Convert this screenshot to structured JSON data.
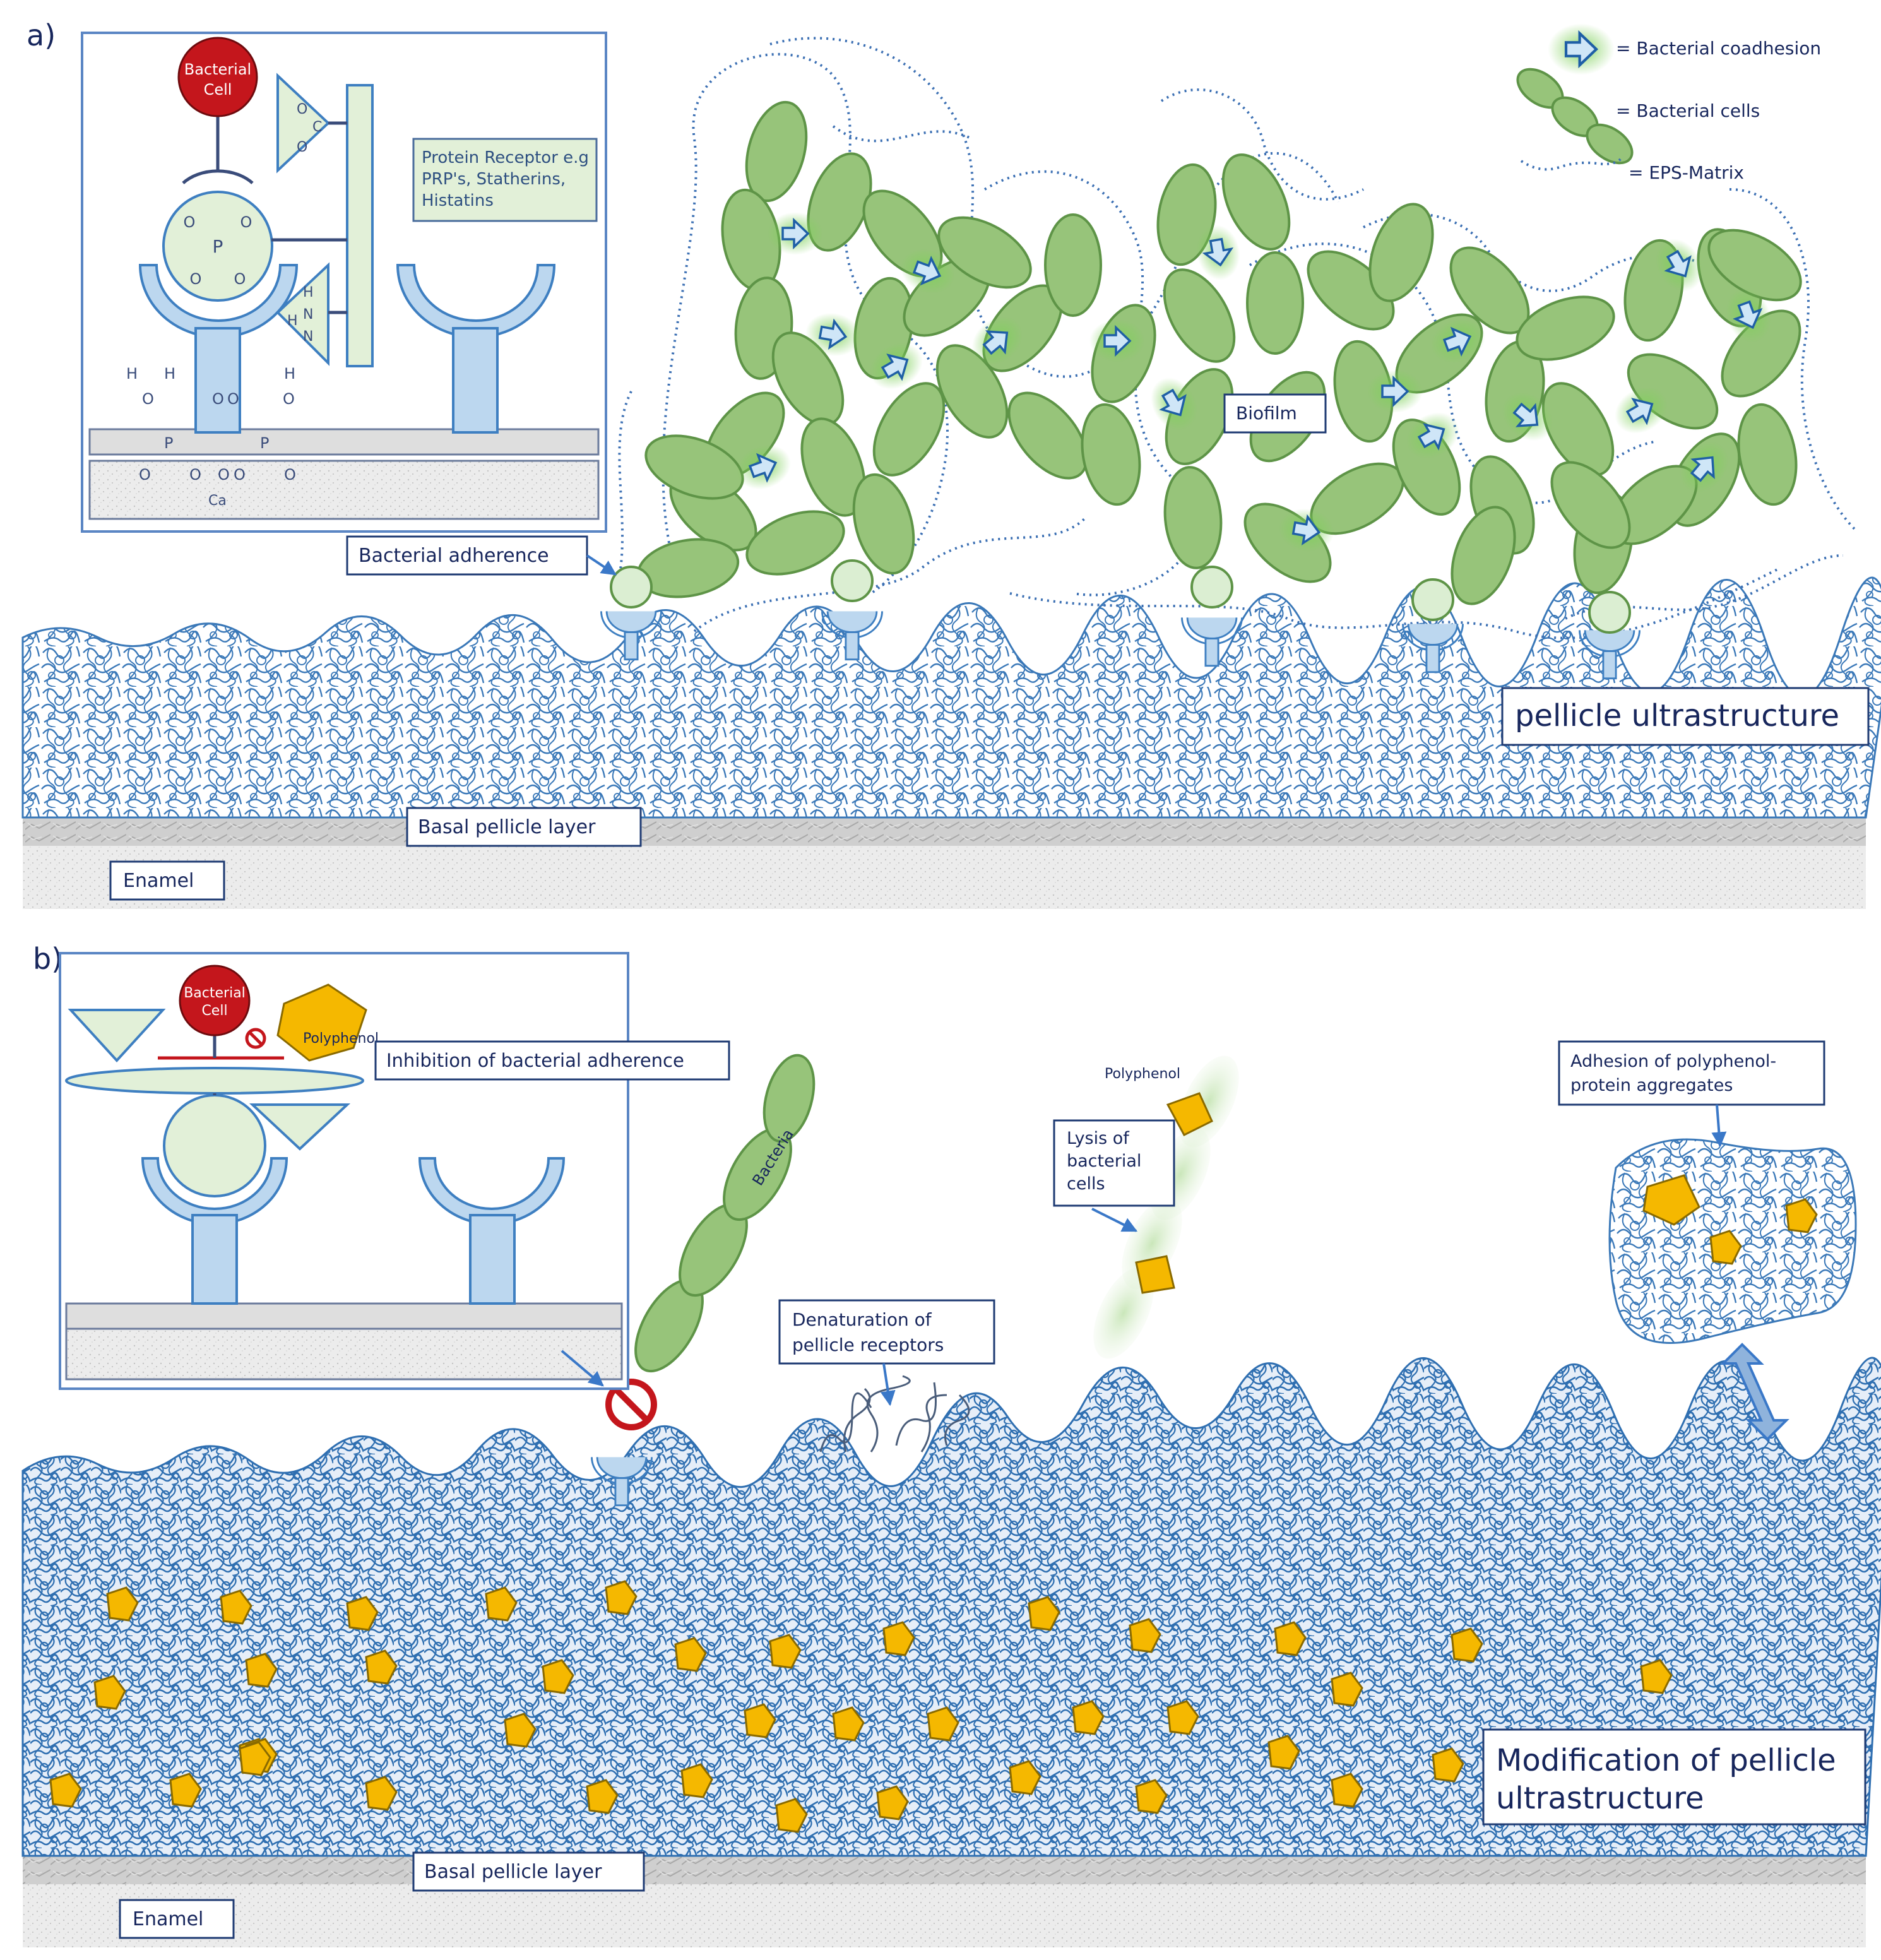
{
  "panel_a": {
    "letter": "a)",
    "inset": {
      "bacterial_cell_line1": "Bacterial",
      "bacterial_cell_line2": "Cell",
      "receptor_line1": "Protein Receptor e.g",
      "receptor_line2": "PRP's, Statherins,",
      "receptor_line3": "Histatins",
      "calcium": "Ca",
      "chem_p": "P",
      "chem_o": "O",
      "chem_h": "H",
      "chem_c": "C",
      "chem_n": "N"
    },
    "legend": {
      "coadhesion": "= Bacterial coadhesion",
      "cells": "= Bacterial cells",
      "eps": "= EPS-Matrix"
    },
    "labels": {
      "biofilm": "Biofilm",
      "bacterial_adherence": "Bacterial adherence",
      "pellicle_ultrastructure": "pellicle ultrastructure",
      "basal_layer": "Basal pellicle layer",
      "enamel": "Enamel"
    }
  },
  "panel_b": {
    "letter": "b)",
    "inset": {
      "bacterial_cell_line1": "Bacterial",
      "bacterial_cell_line2": "Cell",
      "polyphenol": "Polyphenol"
    },
    "labels": {
      "inhibition": "Inhibition of bacterial adherence",
      "bacteria": "Bacteria",
      "denaturation_line1": "Denaturation of",
      "denaturation_line2": "pellicle receptors",
      "polyphenol": "Polyphenol",
      "lysis_line1": "Lysis of",
      "lysis_line2": "bacterial",
      "lysis_line3": "cells",
      "adhesion_line1": "Adhesion of polyphenol-",
      "adhesion_line2": "protein aggregates",
      "modification_line1": "Modification of pellicle",
      "modification_line2": "ultrastructure",
      "basal_layer": "Basal pellicle layer",
      "enamel": "Enamel"
    }
  },
  "colors": {
    "bacteria_fill": "#97c47a",
    "bacteria_stroke": "#5e9447",
    "mesh": "#3a78b8",
    "receptor": "#bcd7ef",
    "cell_red": "#c4161c",
    "polyphenol": "#f5b800",
    "label_border": "#1f3b73"
  }
}
